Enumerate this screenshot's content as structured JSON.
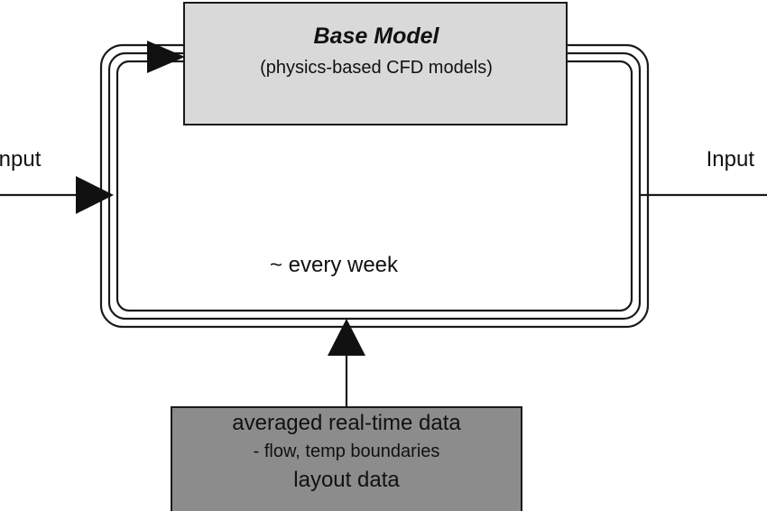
{
  "base_model": {
    "title": "Base Model",
    "subtitle": "(physics-based CFD  models)"
  },
  "inputs": {
    "left": "Input",
    "right": "Input"
  },
  "cycle": {
    "label": "~ every week"
  },
  "data_box": {
    "line1": "averaged real-time data",
    "line2": "- flow, temp boundaries",
    "line3": "layout data"
  },
  "colors": {
    "base_model_fill": "#d9d9d9",
    "data_box_fill": "#8c8c8c",
    "line": "#1a1a1a"
  }
}
